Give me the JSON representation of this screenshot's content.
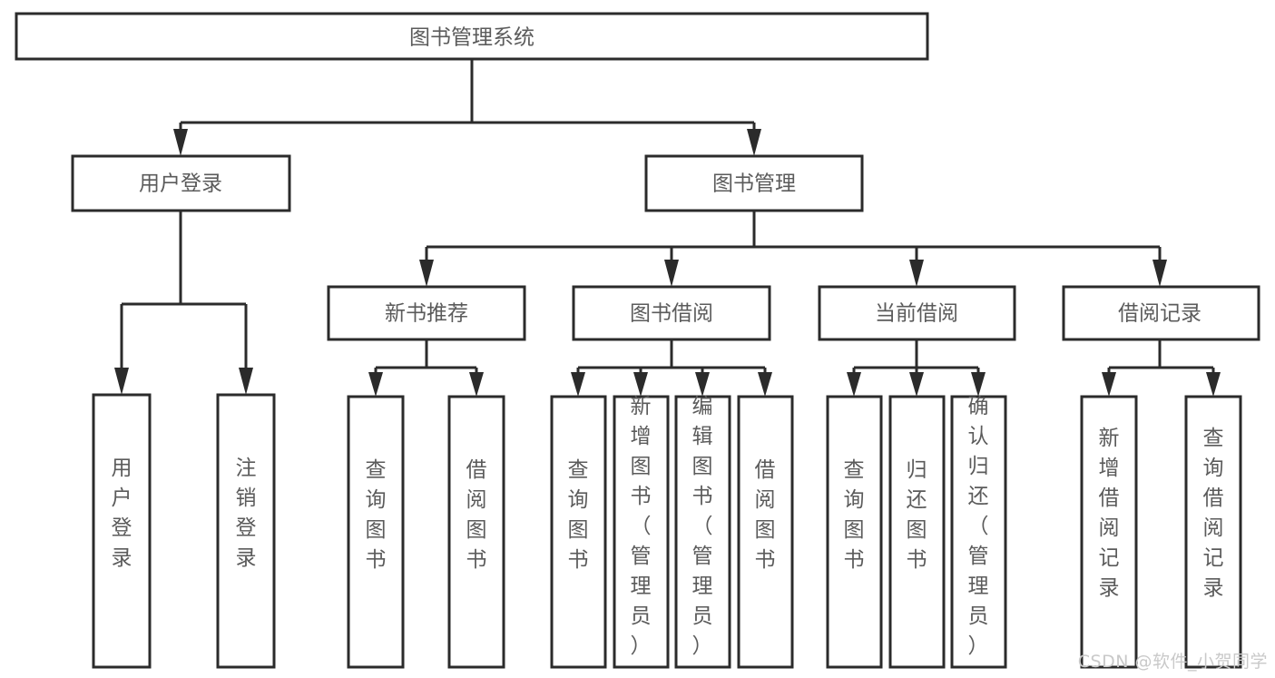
{
  "diagram": {
    "title": "图书管理系统",
    "watermark": "CSDN @软件_小贺同学",
    "colors": {
      "stroke": "#2b2b2b",
      "text": "#5b5b5b",
      "background": "#ffffff",
      "watermark": "#c9c9c9"
    },
    "levels": {
      "root": {
        "label": "图书管理系统"
      },
      "level2": [
        {
          "label": "用户登录"
        },
        {
          "label": "图书管理"
        }
      ],
      "level3": [
        {
          "label": "新书推荐"
        },
        {
          "label": "图书借阅"
        },
        {
          "label": "当前借阅"
        },
        {
          "label": "借阅记录"
        }
      ],
      "leaves": [
        {
          "label": "用户登录",
          "parent": "用户登录"
        },
        {
          "label": "注销登录",
          "parent": "用户登录"
        },
        {
          "label": "查询图书",
          "parent": "新书推荐"
        },
        {
          "label": "借阅图书",
          "parent": "新书推荐"
        },
        {
          "label": "查询图书",
          "parent": "图书借阅"
        },
        {
          "label": "新增图书（管理员）",
          "parent": "图书借阅"
        },
        {
          "label": "编辑图书（管理员）",
          "parent": "图书借阅"
        },
        {
          "label": "借阅图书",
          "parent": "图书借阅"
        },
        {
          "label": "查询图书",
          "parent": "当前借阅"
        },
        {
          "label": "归还图书",
          "parent": "当前借阅"
        },
        {
          "label": "确认归还（管理员）",
          "parent": "当前借阅"
        },
        {
          "label": "新增借阅记录",
          "parent": "借阅记录"
        },
        {
          "label": "查询借阅记录",
          "parent": "借阅记录"
        }
      ]
    }
  }
}
